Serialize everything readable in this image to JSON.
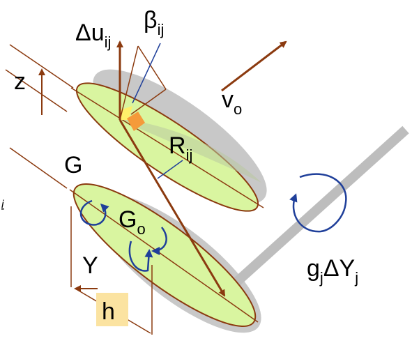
{
  "labels": {
    "delta_u": {
      "main": "Δu",
      "sub": "ij"
    },
    "beta": {
      "main": "β",
      "sub": "ij"
    },
    "z": {
      "main": "z"
    },
    "v_o": {
      "main": "v",
      "sub": "o"
    },
    "R": {
      "main": "R",
      "sub": "ij"
    },
    "G": {
      "main": "G"
    },
    "G_o": {
      "main": "G",
      "sub": "o"
    },
    "Y": {
      "main": "Y"
    },
    "h": {
      "main": "h"
    },
    "g_dY": {
      "g": "g",
      "g_sub": "j",
      "dY": "ΔY",
      "dY_sub": "j"
    },
    "margin_fragment": "i"
  },
  "colors": {
    "ellipse_fill": "#d9f5a0",
    "ellipse_stroke": "#8b3a0f",
    "shadow": "#c8c8c8",
    "arrow": "#8b3a0f",
    "blue_arrow": "#1f3f9a",
    "orange_square": "#f59a3a",
    "yellow_patch": "#fff06a",
    "h_box": "#fbe3a1"
  }
}
